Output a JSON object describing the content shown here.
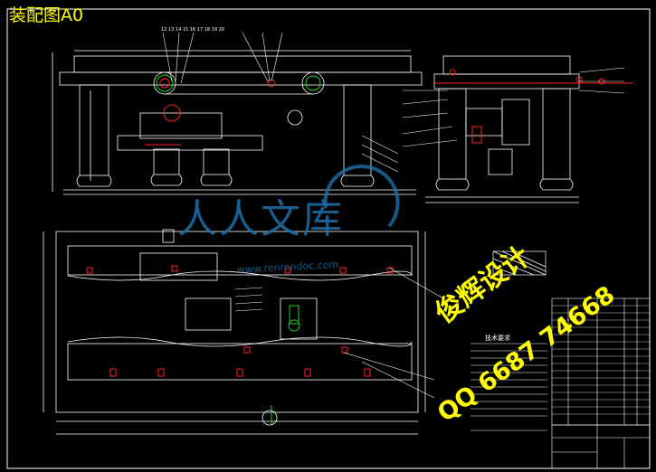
{
  "title": "装配图A0",
  "watermark": {
    "logo": "人人文库",
    "url": "www.renrendoc.com",
    "author": "俊辉设计",
    "qq": "QQ 6687 74668"
  },
  "notes_title": "技术要求",
  "colors": {
    "background": "#000000",
    "line": "#ffffff",
    "accent_red": "#ff2020",
    "accent_green": "#20d020",
    "accent_yellow": "#ffff00",
    "dimension_cyan": "#00e0e0",
    "watermark_blue": "#1e6fa8"
  }
}
